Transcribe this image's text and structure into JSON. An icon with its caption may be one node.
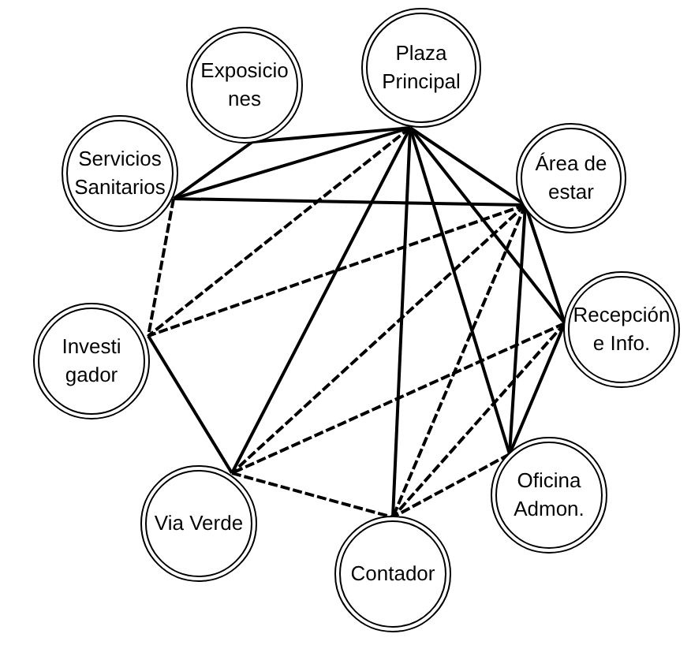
{
  "diagram": {
    "nodes": [
      {
        "text": [
          "Exposicio nes"
        ]
      },
      {
        "text": [
          "Plaza Principal"
        ]
      },
      {
        "text": [
          "Servicios Sanitarios"
        ]
      },
      {
        "text": [
          "Área de estar"
        ]
      },
      {
        "text": [
          "Recepción e Info."
        ]
      },
      {
        "text": [
          "Investi gador"
        ]
      },
      {
        "text": [
          "Oficina Admon."
        ]
      },
      {
        "text": [
          "Via Verde"
        ]
      },
      {
        "text": [
          "Contador"
        ]
      }
    ],
    "edges": [
      {
        "from": 1,
        "to": 0,
        "arrow": "none"
      },
      {
        "from": 2,
        "to": 0,
        "arrow": "none"
      },
      {
        "from": 1,
        "to": 2,
        "arrow": "none"
      },
      {
        "from": 2,
        "to": 3,
        "arrow": "none"
      },
      {
        "from": 1,
        "to": 3,
        "arrow": "none"
      },
      {
        "from": 1,
        "to": 5,
        "arrow": "none",
        "style": "dashed"
      },
      {
        "from": 1,
        "to": 7,
        "arrow": "none"
      },
      {
        "from": 1,
        "to": 8,
        "arrow": "none"
      },
      {
        "from": 1,
        "to": 6,
        "arrow": "none"
      },
      {
        "from": 1,
        "to": 4,
        "arrow": "none"
      },
      {
        "from": 2,
        "to": 5,
        "arrow": "none",
        "style": "dashed"
      },
      {
        "from": 3,
        "to": 5,
        "arrow": "none",
        "style": "dashed"
      },
      {
        "from": 3,
        "to": 7,
        "arrow": "none",
        "style": "dashed"
      },
      {
        "from": 3,
        "to": 8,
        "arrow": "none",
        "style": "dashed"
      },
      {
        "from": 3,
        "to": 6,
        "arrow": "none"
      },
      {
        "from": 3,
        "to": 4,
        "arrow": "none"
      },
      {
        "from": 4,
        "to": 7,
        "arrow": "none",
        "style": "dashed"
      },
      {
        "from": 4,
        "to": 8,
        "arrow": "none",
        "style": "dashed"
      },
      {
        "from": 4,
        "to": 6,
        "arrow": "none"
      },
      {
        "from": 5,
        "to": 7,
        "arrow": "none"
      },
      {
        "from": 7,
        "to": 8,
        "arrow": "none",
        "style": "dashed"
      },
      {
        "from": 6,
        "to": 8,
        "arrow": "none",
        "style": "dashed"
      }
    ]
  }
}
